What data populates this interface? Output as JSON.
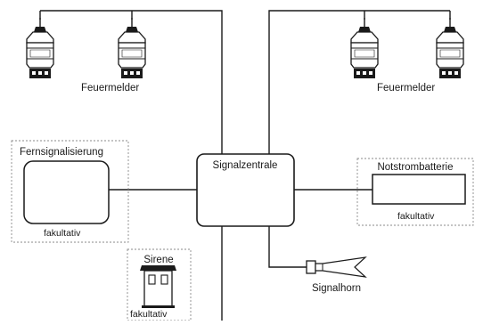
{
  "diagram": {
    "fire_detectors_left_label": "Feuermelder",
    "fire_detectors_right_label": "Feuermelder",
    "remote_signaling_title": "Fernsignalisierung",
    "remote_signaling_note": "fakultativ",
    "central_label": "Signalzentrale",
    "battery_title": "Notstrombatterie",
    "battery_note": "fakultativ",
    "siren_title": "Sirene",
    "siren_note": "fakultativ",
    "horn_label": "Signalhorn"
  },
  "colors": {
    "ink": "#1a1a1a",
    "dashed_frame": "#8a8a8a",
    "background": "#ffffff"
  },
  "icons": [
    "fire-detector-icon",
    "siren-icon",
    "signal-horn-icon"
  ]
}
